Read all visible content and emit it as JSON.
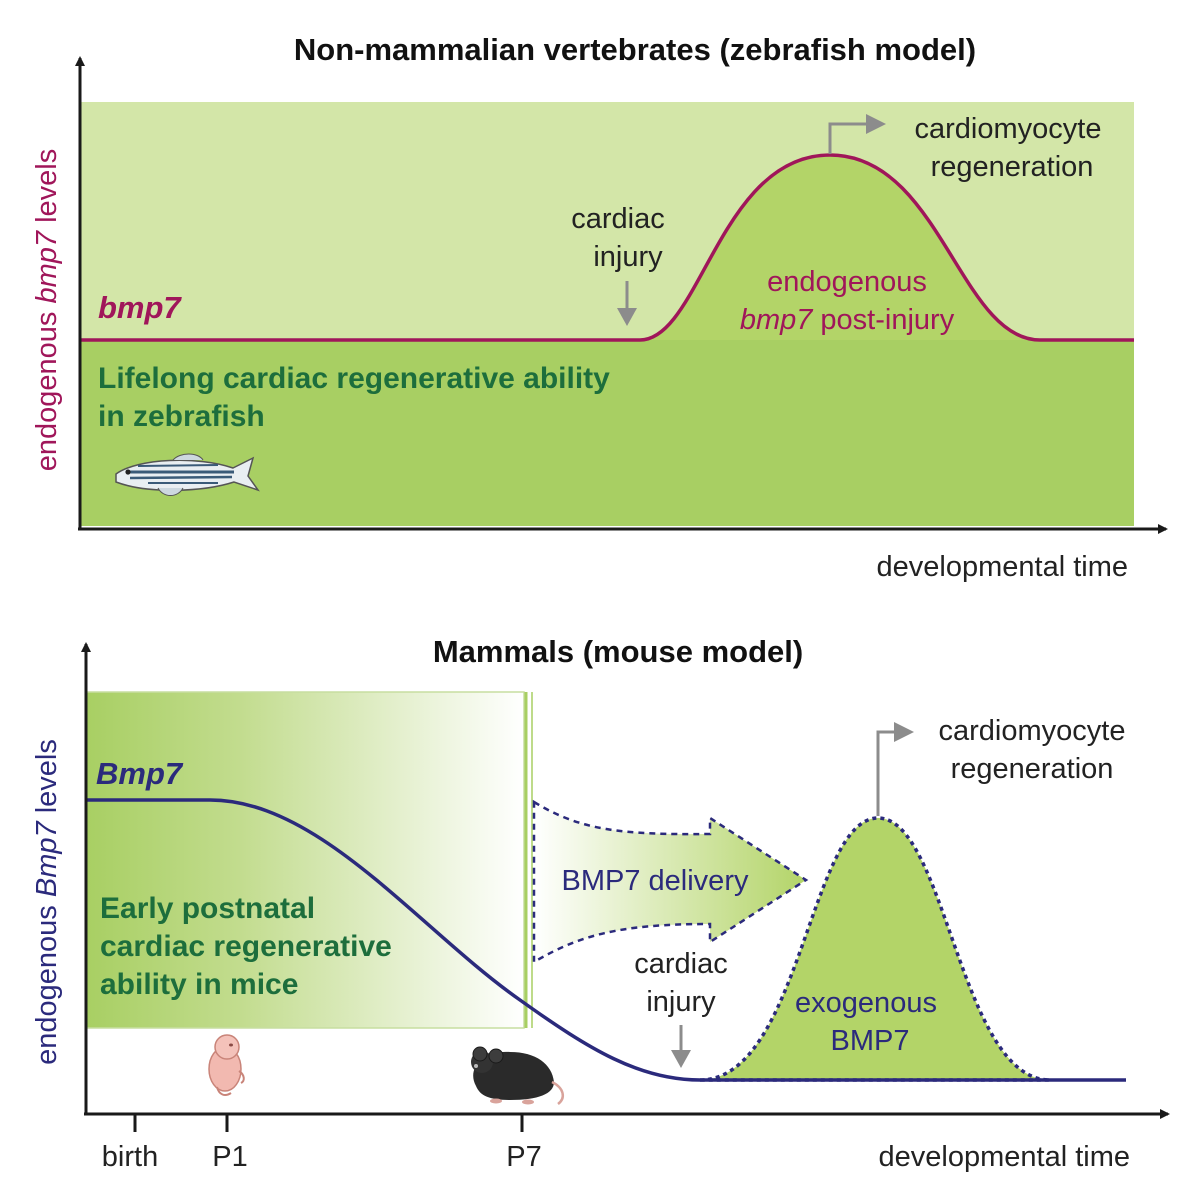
{
  "top": {
    "title": "Non-mammalian vertebrates (zebrafish model)",
    "y_label_pre": "endogenous ",
    "y_label_gene": "bmp7",
    "y_label_post": " levels",
    "x_label": "developmental time",
    "curve_label": "bmp7",
    "region_line1": "Lifelong cardiac regenerative ability",
    "region_line2": "in zebrafish",
    "injury_line1": "cardiac",
    "injury_line2": "injury",
    "peak_line1": "endogenous",
    "peak_gene": "bmp7",
    "peak_line2_rest": " post-injury",
    "outcome_line1": "cardiomyocyte",
    "outcome_line2": "regeneration"
  },
  "bottom": {
    "title": "Mammals (mouse model)",
    "y_label_pre": "endogenous ",
    "y_label_gene": "Bmp7",
    "y_label_post": " levels",
    "x_label": "developmental time",
    "curve_label": "Bmp7",
    "region_line1": "Early postnatal",
    "region_line2": "cardiac regenerative",
    "region_line3": "ability in mice",
    "delivery_label": "BMP7 delivery",
    "injury_line1": "cardiac",
    "injury_line2": "injury",
    "peak_line1": "exogenous",
    "peak_line2": "BMP7",
    "outcome_line1": "cardiomyocyte",
    "outcome_line2": "regeneration",
    "ticks": [
      "birth",
      "P1",
      "P7"
    ]
  },
  "colors": {
    "light_green": "#d3e6a8",
    "mid_green": "#a8cf63",
    "peak_green": "#b3d468",
    "zebrafish_curve": "#a0165a",
    "mouse_curve": "#2b2a7c",
    "text_green": "#1d6e3c",
    "arrow_grey": "#8c8c8c"
  },
  "icons": [
    "zebrafish-icon",
    "newborn-mouse-icon",
    "adult-mouse-icon"
  ]
}
